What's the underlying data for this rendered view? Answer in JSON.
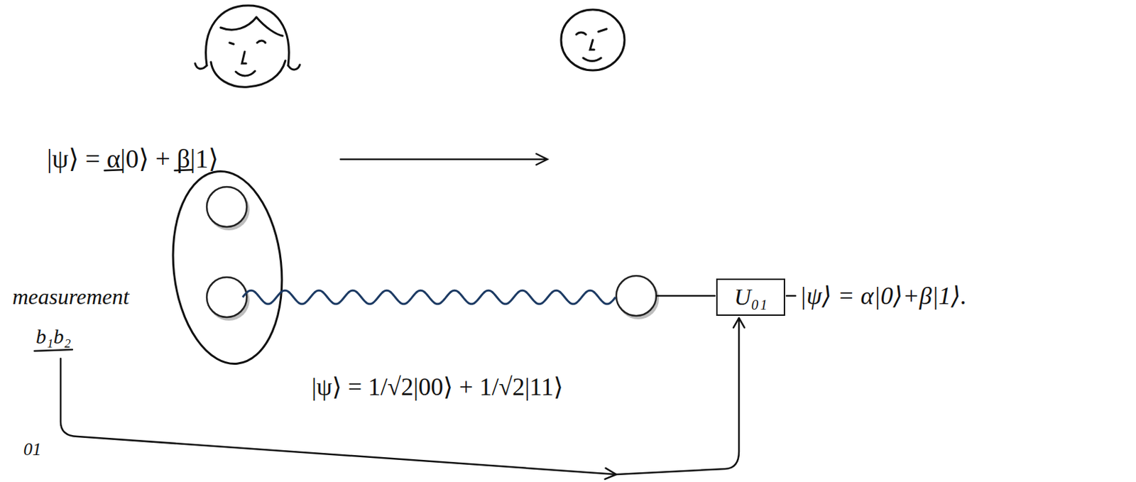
{
  "diagram": {
    "nodes": [
      {
        "text": [
          "U₀₁"
        ]
      }
    ],
    "labels": [
      "|ψ⟩ = α|0⟩ + β|1⟩",
      "measurement",
      "b₁b₂",
      "|ψ⟩ = 1/√2|00⟩ + 1/√2|11⟩",
      "|ψ⟩ = α|0⟩+β|1⟩.",
      "01"
    ]
  }
}
